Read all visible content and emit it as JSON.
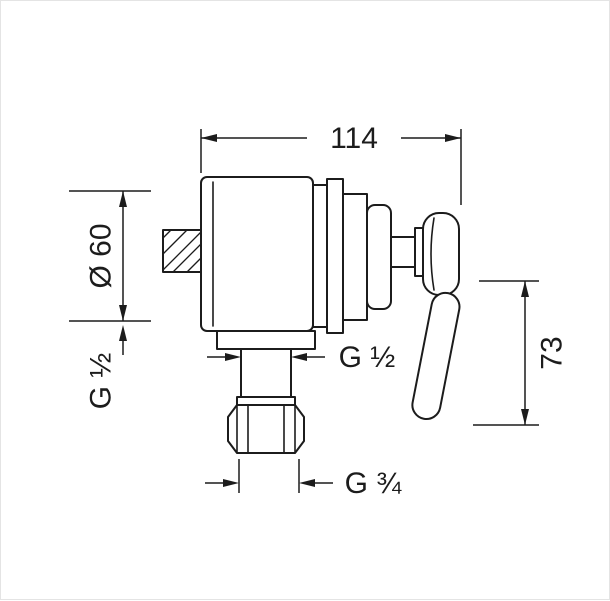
{
  "drawing": {
    "type": "technical-dimension-drawing",
    "subject": "wall-mounted shut-off valve with lever handle, side view with union nut below",
    "labels": {
      "width_top": "114",
      "diameter_left": "Ø 60",
      "thread_left": "G ½",
      "thread_center": "G ½",
      "thread_bottom": "G ¾",
      "lever_height_right": "73"
    },
    "colors": {
      "line": "#1c1c1c",
      "background": "#ffffff",
      "border": "#e4e4e4"
    }
  }
}
